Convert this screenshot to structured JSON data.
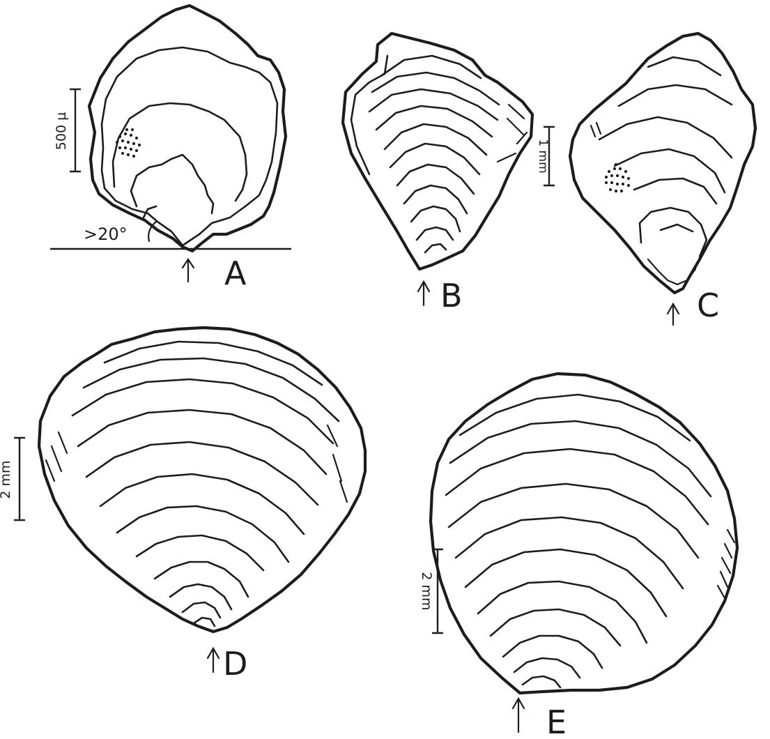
{
  "figure": {
    "panels": [
      {
        "id": "A",
        "label": "A",
        "scale_label": "500 µ",
        "angle_label": ">20°"
      },
      {
        "id": "B",
        "label": "B",
        "scale_label": "1 mm"
      },
      {
        "id": "C",
        "label": "C"
      },
      {
        "id": "D",
        "label": "D",
        "scale_label": "2 mm"
      },
      {
        "id": "E",
        "label": "E",
        "scale_label": "2 mm"
      }
    ],
    "ink_color": "#1c1c1c",
    "background_color": "#ffffff"
  }
}
